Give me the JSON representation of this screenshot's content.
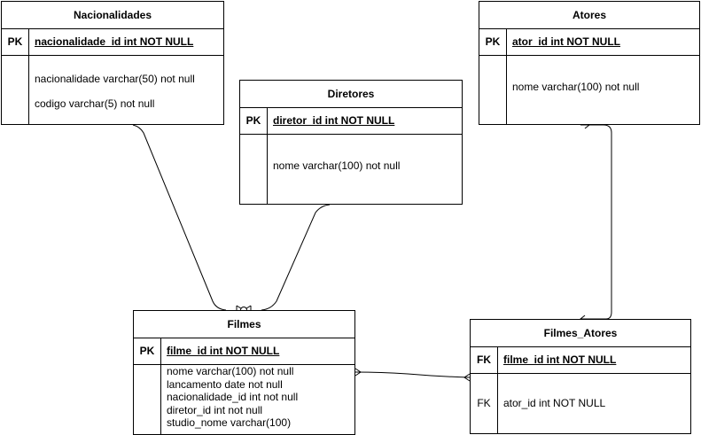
{
  "entities": {
    "nacionalidades": {
      "title": "Nacionalidades",
      "pk_label": "PK",
      "pk_field": "nacionalidade_id int NOT NULL",
      "attr_key": "",
      "attributes": [
        "nacionalidade varchar(50) not null",
        "codigo varchar(5) not null"
      ]
    },
    "diretores": {
      "title": "Diretores",
      "pk_label": "PK",
      "pk_field": "diretor_id int NOT NULL",
      "attr_key": "",
      "attributes": [
        "nome varchar(100) not null"
      ]
    },
    "atores": {
      "title": "Atores",
      "pk_label": "PK",
      "pk_field": "ator_id int NOT NULL",
      "attr_key": "",
      "attributes": [
        "nome varchar(100) not null"
      ]
    },
    "filmes": {
      "title": "Filmes",
      "pk_label": "PK",
      "pk_field": "filme_id int NOT NULL",
      "attr_key": "",
      "attributes": [
        "nome varchar(100) not null",
        "lancamento date not null",
        "nacionalidade_id int not null",
        "diretor_id int not null",
        "studio_nome varchar(100)"
      ]
    },
    "filmes_atores": {
      "title": "Filmes_Atores",
      "pk_label": "FK",
      "pk_field": "filme_id int NOT NULL",
      "attr_key": "FK",
      "attributes": [
        "ator_id int NOT NULL"
      ]
    }
  },
  "relationships": [
    {
      "from": "nacionalidades",
      "to": "filmes",
      "to_end": "one-or-many"
    },
    {
      "from": "diretores",
      "to": "filmes",
      "to_end": "one-or-many"
    },
    {
      "from": "filmes",
      "to": "filmes_atores",
      "from_end": "many",
      "to_end": "many"
    },
    {
      "from": "filmes_atores",
      "to": "atores",
      "from_end": "many",
      "to_end": "many"
    }
  ]
}
